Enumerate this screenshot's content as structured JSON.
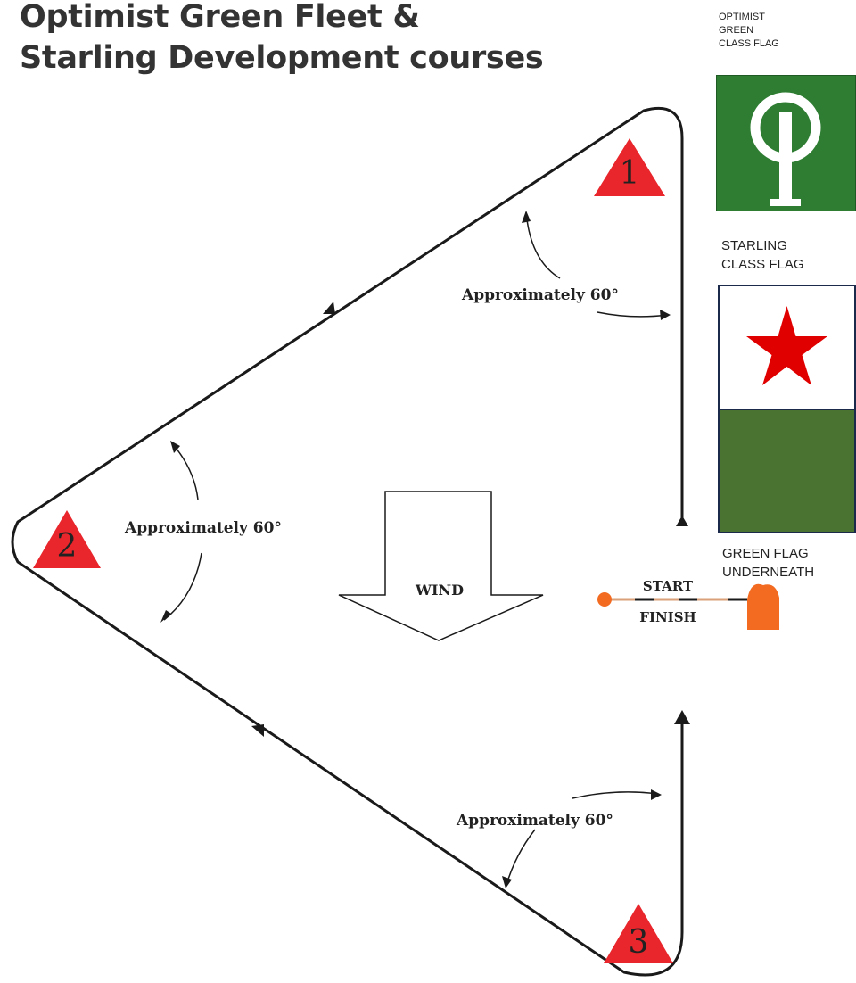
{
  "title": {
    "line1": "Optimist Green Fleet &",
    "line2": "Starling Development courses"
  },
  "flags": {
    "optimist": {
      "label_lines": [
        "OPTIMIST",
        "GREEN",
        "CLASS FLAG"
      ],
      "color": "#2e7d32",
      "icon": "optimist-emblem-icon"
    },
    "starling": {
      "label_lines": [
        "STARLING",
        "CLASS FLAG"
      ],
      "top_color": "#ffffff",
      "bottom_color": "#4a7331",
      "star_color": "#e00000",
      "icon": "star-icon"
    },
    "green_flag_note": {
      "label_lines": [
        "GREEN FLAG",
        "UNDERNEATH"
      ]
    }
  },
  "course": {
    "marks": [
      {
        "number": "1",
        "color": "#e8262b"
      },
      {
        "number": "2",
        "color": "#e8262b"
      },
      {
        "number": "3",
        "color": "#e8262b"
      }
    ],
    "angle_labels": [
      "Approximately 60°",
      "Approximately 60°",
      "Approximately 60°"
    ],
    "wind_label": "WIND",
    "start_label": "START",
    "finish_label": "FINISH",
    "committee_boat_color": "#f26b21",
    "pin_buoy_color": "#f26b21"
  }
}
